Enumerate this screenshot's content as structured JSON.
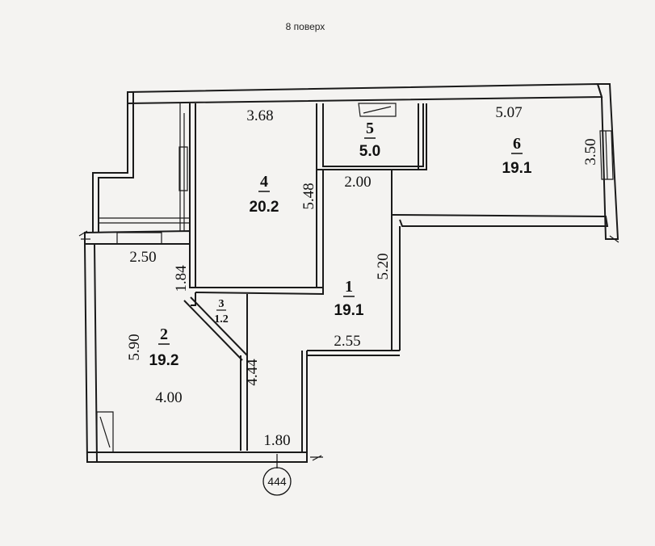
{
  "floor_title": "8 поверх",
  "apartment_number": "444",
  "rooms": [
    {
      "id": "1",
      "area": "19.1"
    },
    {
      "id": "2",
      "area": "19.2"
    },
    {
      "id": "3",
      "area": "1.2"
    },
    {
      "id": "4",
      "area": "20.2"
    },
    {
      "id": "5",
      "area": "5.0"
    },
    {
      "id": "6",
      "area": "19.1"
    }
  ],
  "dimensions": {
    "room4_width": "3.68",
    "room4_depth": "5.48",
    "room6_width": "5.07",
    "room6_depth": "3.50",
    "corridor_width": "2.00",
    "corridor_length": "5.20",
    "hall_width": "2.55",
    "entry_width": "1.80",
    "balcony_width": "2.50",
    "balcony_depth": "1.84",
    "room2_depth": "5.90",
    "room2_width": "4.00",
    "closet_length": "4.44"
  },
  "colors": {
    "paper": "#f4f3f1",
    "ink": "#1a1a1a"
  }
}
